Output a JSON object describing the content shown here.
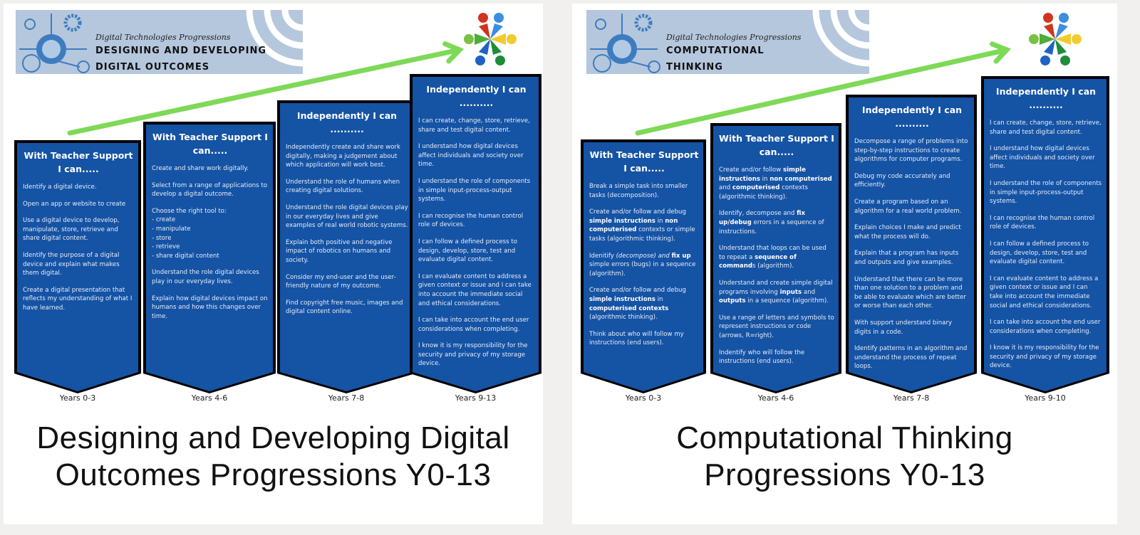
{
  "cards": [
    {
      "banner": {
        "subtitle": "Digital Technologies Progressions",
        "line1": "DESIGNING AND DEVELOPING",
        "line2": "DIGITAL OUTCOMES"
      },
      "title_line1": "Designing and Developing Digital",
      "title_line2": "Outcomes Progressions Y0-13",
      "columns": [
        {
          "heading": "With Teacher Support I can.....",
          "years": "Years 0-3",
          "items": [
            [
              {
                "t": "Identify a digital device."
              }
            ],
            [
              {
                "t": "Open an app or website to create"
              }
            ],
            [
              {
                "t": "Use a digital device to develop, manipulate, store, retrieve and share digital content."
              }
            ],
            [
              {
                "t": "Identify the purpose of a digital device and explain what makes them digital."
              }
            ],
            [
              {
                "t": "Create a digital presentation that reflects my understanding of what I have learned."
              }
            ]
          ]
        },
        {
          "heading": "With Teacher Support I can.....",
          "years": "Years 4-6",
          "items": [
            [
              {
                "t": "Create and share work digitally."
              }
            ],
            [
              {
                "t": "Select from a range of applications to develop a digital outcome."
              }
            ],
            [
              {
                "t": "Choose the right tool to:\n- create\n- manipulate\n- store\n- retrieve\n- share digital content"
              }
            ],
            [
              {
                "t": "Understand the role digital devices play in our everyday lives."
              }
            ],
            [
              {
                "t": "Explain how digital devices impact on humans and how this changes over time."
              }
            ]
          ]
        },
        {
          "heading": "Independently I can ..........",
          "years": "Years 7-8",
          "items": [
            [
              {
                "t": "Independently create and share work digitally, making a judgement about which application will work best."
              }
            ],
            [
              {
                "t": "Understand the role of humans when creating digital solutions."
              }
            ],
            [
              {
                "t": "Understand the role digital devices play in our everyday lives and give examples of real world robotic systems."
              }
            ],
            [
              {
                "t": "Explain both positive and negative impact of robotics on humans and society."
              }
            ],
            [
              {
                "t": "Consider my end-user and the user-friendly nature of my outcome."
              }
            ],
            [
              {
                "t": "Find copyright free music, images and digital content online."
              }
            ]
          ]
        },
        {
          "heading": "Independently I can ..........",
          "years": "Years 9-13",
          "items": [
            [
              {
                "t": "I can create, change, store, retrieve, share and test digital content."
              }
            ],
            [
              {
                "t": "I understand how digital devices affect individuals and society over time."
              }
            ],
            [
              {
                "t": "I understand the role of components in simple input-process-output systems."
              }
            ],
            [
              {
                "t": "I can recognise the human control role of devices."
              }
            ],
            [
              {
                "t": "I can follow a defined process to design, develop, store, test and evaluate digital content."
              }
            ],
            [
              {
                "t": "I can evaluate content to address a given context or issue and I can take into account the immediate social and ethical considerations."
              }
            ],
            [
              {
                "t": "I can take into account the end user considerations when completing."
              }
            ],
            [
              {
                "t": "I know it is my responsibility for the security and privacy of my storage device."
              }
            ]
          ]
        }
      ]
    },
    {
      "banner": {
        "subtitle": "Digital Technologies Progressions",
        "line1": "COMPUTATIONAL",
        "line2": "THINKING"
      },
      "title_line1": "Computational Thinking",
      "title_line2": "Progressions Y0-13",
      "columns": [
        {
          "heading": "With Teacher Support I can.....",
          "years": "Years 0-3",
          "items": [
            [
              {
                "t": "Break a simple task into smaller tasks (decomposition)."
              }
            ],
            [
              {
                "t": "Create and/or follow and debug "
              },
              {
                "t": "simple instructions",
                "b": true
              },
              {
                "t": " in "
              },
              {
                "t": "non computerised",
                "b": true
              },
              {
                "t": " contexts or simple tasks (algorithmic thinking)."
              }
            ],
            [
              {
                "t": "Idenitify "
              },
              {
                "t": "(decompose) and ",
                "i": true
              },
              {
                "t": "fix up",
                "b": true
              },
              {
                "t": " simple errors (bugs) in a sequence (algorithm)."
              }
            ],
            [
              {
                "t": "Create and/or follow and debug "
              },
              {
                "t": "simple instructions",
                "b": true
              },
              {
                "t": " in "
              },
              {
                "t": "computerised contexts",
                "b": true
              },
              {
                "t": " (algorithmic thinking)."
              }
            ],
            [
              {
                "t": "Think about who will follow my instructions (end users)."
              }
            ]
          ]
        },
        {
          "heading": "With Teacher Support I can.....",
          "years": "Years 4-6",
          "items": [
            [
              {
                "t": "Create and/or follow "
              },
              {
                "t": "simple instructions",
                "b": true
              },
              {
                "t": " in "
              },
              {
                "t": "non computerised",
                "b": true
              },
              {
                "t": " and "
              },
              {
                "t": "computerised",
                "b": true
              },
              {
                "t": " contexts (algorithmic thinking)."
              }
            ],
            [
              {
                "t": "Identify, decompose and "
              },
              {
                "t": "fix up/debug",
                "b": true
              },
              {
                "t": " errors in a sequence of instructions."
              }
            ],
            [
              {
                "t": "Understand that loops can be used to repeat a "
              },
              {
                "t": "sequence of command",
                "b": true
              },
              {
                "t": "s (algorithm)."
              }
            ],
            [
              {
                "t": "Understand and create simple digital programs involving "
              },
              {
                "t": "inputs",
                "b": true
              },
              {
                "t": " and "
              },
              {
                "t": "outputs",
                "b": true
              },
              {
                "t": " in a sequence (algorithm)."
              }
            ],
            [
              {
                "t": "Use a range of letters and symbols to represent instructions or code (arrows, R=right)."
              }
            ],
            [
              {
                "t": "Indentify who will follow the instructions (end users)."
              }
            ]
          ]
        },
        {
          "heading": "Independently I can ..........",
          "years": "Years 7-8",
          "items": [
            [
              {
                "t": "Decompose a range of problems into step-by-step instructions to create algorithms for computer programs."
              }
            ],
            [
              {
                "t": "Debug my code accurately and efficiently."
              }
            ],
            [
              {
                "t": "Create a program based on an algorithm for a real world problem."
              }
            ],
            [
              {
                "t": "Explain choices I make and predict what the process will do."
              }
            ],
            [
              {
                "t": "Explain that a program has inputs and outputs and give examples."
              }
            ],
            [
              {
                "t": "Understand that there can be more than one solution to a problem and be able to evaluate which are better or worse than each other."
              }
            ],
            [
              {
                "t": "With support understand binary digits in a code."
              }
            ],
            [
              {
                "t": "Identify patterns in an algorithm and understand the process of repeat loops."
              }
            ]
          ]
        },
        {
          "heading": "Independently I can ..........",
          "years": "Years 9-10",
          "items": [
            [
              {
                "t": "I can create, change, store, retrieve, share and test digital content."
              }
            ],
            [
              {
                "t": "I understand how digital devices affect individuals and society over time."
              }
            ],
            [
              {
                "t": "I understand the role of components in simple input-process-output systems."
              }
            ],
            [
              {
                "t": "I can recognise the human control role of devices."
              }
            ],
            [
              {
                "t": "I can follow a defined process to design, develop, store, test and evaluate digital content."
              }
            ],
            [
              {
                "t": "I can evaluate content to address a given context or issue and I can take into account the immediate social and ethical considerations."
              }
            ],
            [
              {
                "t": "I can take into account the end user considerations when completing."
              }
            ],
            [
              {
                "t": "I know it is my responsibility for the security and privacy of my storage device."
              }
            ]
          ]
        }
      ]
    }
  ],
  "colors": {
    "column": "#1553a4",
    "arrow": "#7ed957",
    "banner": "#b5c7dc"
  }
}
